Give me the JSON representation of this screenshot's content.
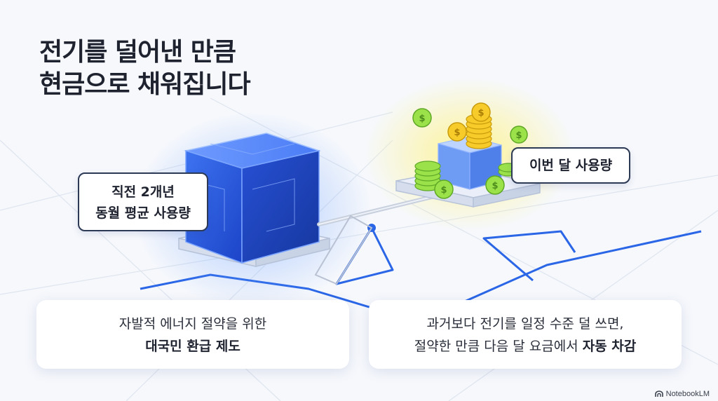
{
  "title": {
    "line1": "전기를 덜어낸 만큼",
    "line2": "현금으로 채워집니다"
  },
  "labels": {
    "previous": {
      "line1": "직전 2개년",
      "line2": "동월 평균 사용량"
    },
    "current": "이번 달 사용량"
  },
  "cards": {
    "left": {
      "line1": "자발적 에너지 절약을 위한",
      "line2": "대국민 환급 제도"
    },
    "right": {
      "line1": "과거보다 전기를 일정 수준 덜 쓰면,",
      "line2_normal": "절약한 만큼 다음 달 요금에서 ",
      "line2_bold": "자동 차감"
    }
  },
  "brand": "NotebookLM",
  "icons": {
    "coin": "dollar-coin-icon",
    "brand": "notebooklm-logo-icon"
  },
  "colors": {
    "cube_blue": "#2f5fe0",
    "coin_yellow": "#f5c518",
    "coin_green": "#9be24a",
    "outline": "#2d3a55",
    "background": "#f6f8fc"
  }
}
